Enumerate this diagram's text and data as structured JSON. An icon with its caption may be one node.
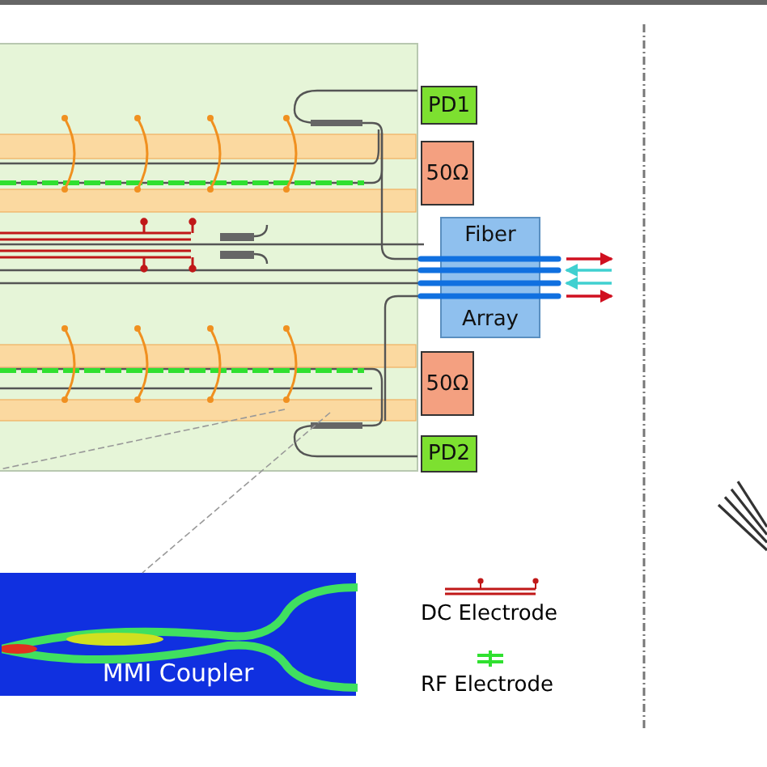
{
  "diagram": {
    "nodes": [
      {
        "text": [
          "PD1"
        ]
      },
      {
        "text": [
          "50Ω"
        ]
      },
      {
        "text": [
          "Fiber",
          "Array"
        ]
      },
      {
        "text": [
          "50Ω"
        ]
      },
      {
        "text": [
          "PD2"
        ]
      },
      {
        "text": [
          "MMI Coupler"
        ]
      }
    ],
    "edges": [
      {
        "from": 2,
        "to": null,
        "arrow": "to",
        "color": "#d01020"
      },
      {
        "from": null,
        "to": 2,
        "arrow": "to",
        "color": "#40d0d0"
      },
      {
        "from": null,
        "to": 2,
        "arrow": "to",
        "color": "#40d0d0"
      },
      {
        "from": 2,
        "to": null,
        "arrow": "to",
        "color": "#d01020"
      }
    ],
    "legend": [
      {
        "text": "DC Electrode"
      },
      {
        "text": "RF Electrode"
      }
    ]
  }
}
